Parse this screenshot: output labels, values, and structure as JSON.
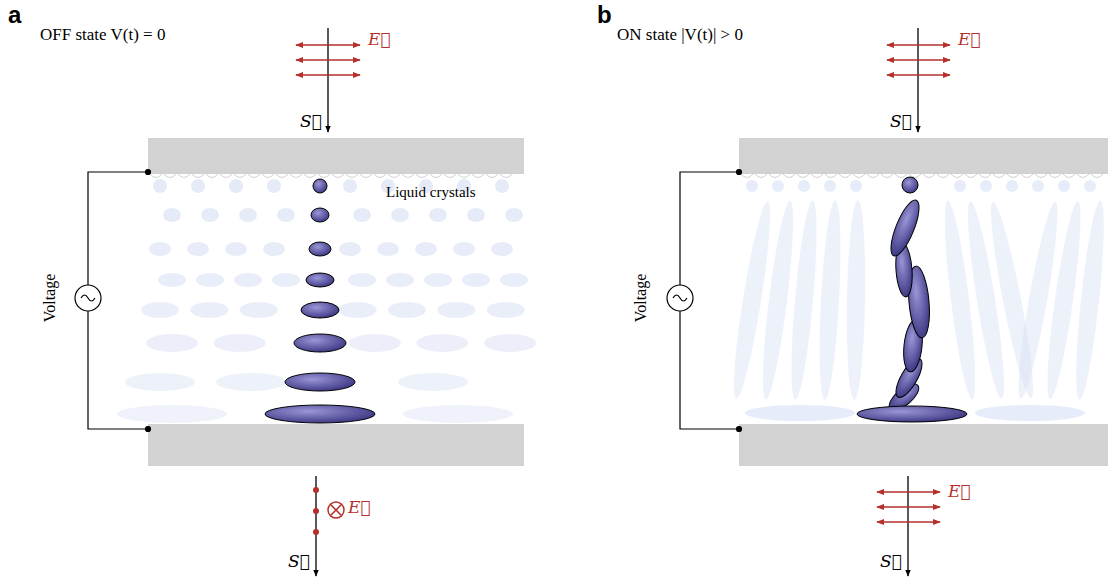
{
  "diagram": {
    "labels": [
      "a",
      "OFF state V(t) = 0",
      "E⃗",
      "S⃗",
      "Liquid crystals",
      "Voltage",
      "E⃗",
      "S⃗",
      "b",
      "ON state |V(t)| > 0",
      "E⃗",
      "S⃗",
      "Voltage",
      "E⃗",
      "S⃗"
    ]
  }
}
